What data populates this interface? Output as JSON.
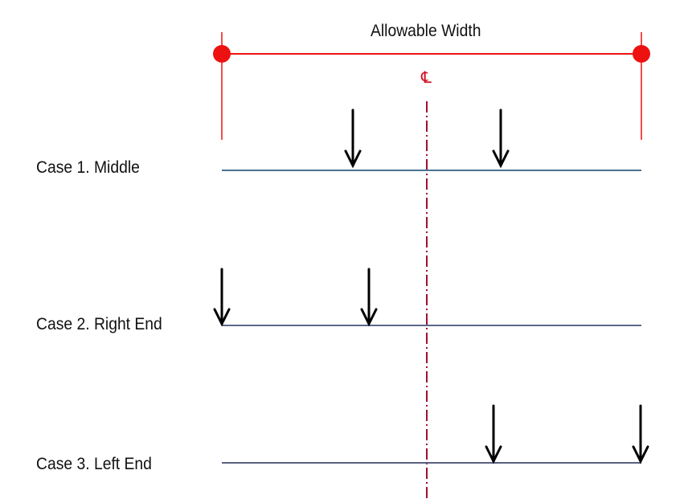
{
  "diagram": {
    "title": "Allowable Width",
    "centerline_symbol": "℄",
    "colors": {
      "width_line": "#ee1111",
      "centerline": "#a01030",
      "beam": "#4a7090",
      "arrow": "#000000"
    },
    "cases": [
      {
        "label": "Case 1. Middle"
      },
      {
        "label": "Case 2. Right End"
      },
      {
        "label": "Case 3. Left End"
      }
    ]
  }
}
